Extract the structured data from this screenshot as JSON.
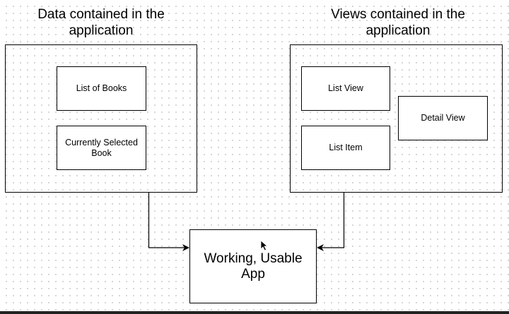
{
  "headings": {
    "data_title": "Data contained in the\napplication",
    "views_title": "Views contained in the\napplication"
  },
  "data_boxes": {
    "list_of_books": "List of Books",
    "currently_selected_book": "Currently Selected\nBook"
  },
  "view_boxes": {
    "list_view": "List View",
    "list_item": "List Item",
    "detail_view": "Detail View"
  },
  "result": {
    "label": "Working, Usable\nApp"
  },
  "colors": {
    "stroke": "#000000",
    "grid_dot": "#c9c9c9",
    "background": "#ffffff"
  },
  "icons": {
    "cursor": "mouse-pointer-icon"
  }
}
